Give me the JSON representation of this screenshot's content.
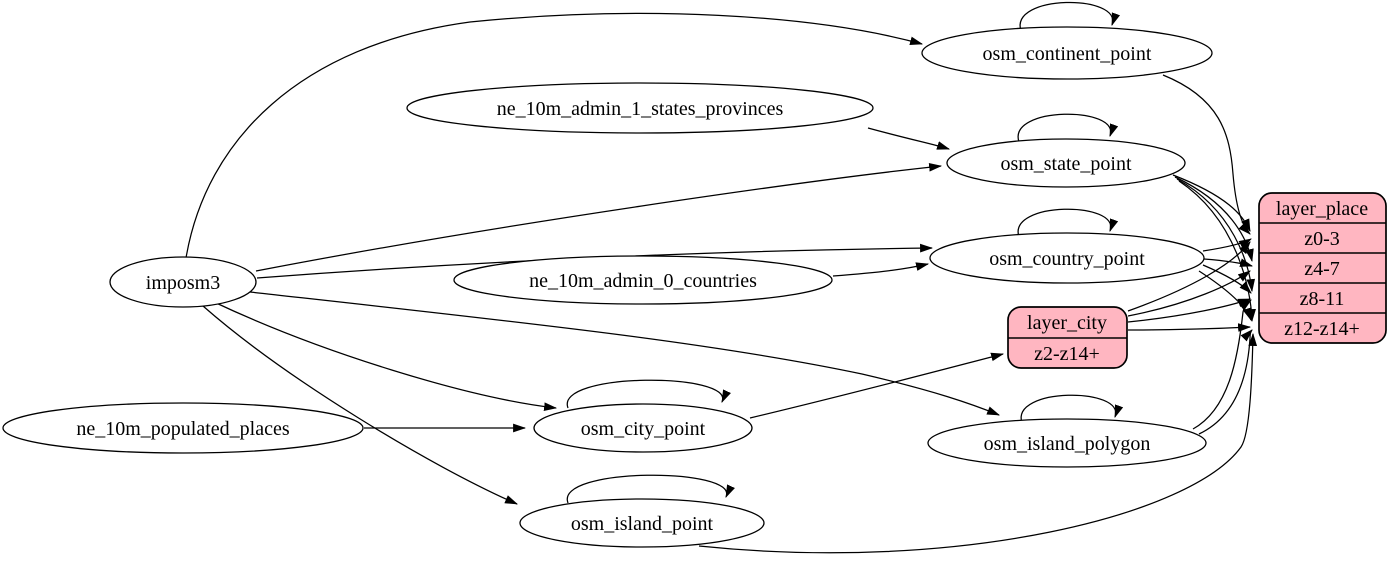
{
  "diagram": {
    "kind": "etl-graph",
    "background_color": "#ffffff",
    "edge_color": "#000000",
    "record_fill_color": "#ffb6c1",
    "nodes": {
      "imposm3": {
        "label": "imposm3",
        "shape": "ellipse"
      },
      "ne_10m_admin_1_states_provinces": {
        "label": "ne_10m_admin_1_states_provinces",
        "shape": "ellipse"
      },
      "ne_10m_admin_0_countries": {
        "label": "ne_10m_admin_0_countries",
        "shape": "ellipse"
      },
      "ne_10m_populated_places": {
        "label": "ne_10m_populated_places",
        "shape": "ellipse"
      },
      "osm_continent_point": {
        "label": "osm_continent_point",
        "shape": "ellipse"
      },
      "osm_state_point": {
        "label": "osm_state_point",
        "shape": "ellipse"
      },
      "osm_country_point": {
        "label": "osm_country_point",
        "shape": "ellipse"
      },
      "osm_city_point": {
        "label": "osm_city_point",
        "shape": "ellipse"
      },
      "osm_island_polygon": {
        "label": "osm_island_polygon",
        "shape": "ellipse"
      },
      "osm_island_point": {
        "label": "osm_island_point",
        "shape": "ellipse"
      }
    },
    "records": {
      "layer_place": {
        "title": "layer_place",
        "rows": [
          "z0-3",
          "z4-7",
          "z8-11",
          "z12-z14+"
        ]
      },
      "layer_city": {
        "title": "layer_city",
        "rows": [
          "z2-z14+"
        ]
      }
    },
    "edges": [
      {
        "from": "imposm3",
        "to": "osm_continent_point"
      },
      {
        "from": "imposm3",
        "to": "osm_state_point"
      },
      {
        "from": "imposm3",
        "to": "osm_country_point"
      },
      {
        "from": "imposm3",
        "to": "osm_city_point"
      },
      {
        "from": "imposm3",
        "to": "osm_island_polygon"
      },
      {
        "from": "imposm3",
        "to": "osm_island_point"
      },
      {
        "from": "ne_10m_admin_1_states_provinces",
        "to": "osm_state_point"
      },
      {
        "from": "ne_10m_admin_0_countries",
        "to": "osm_country_point"
      },
      {
        "from": "ne_10m_populated_places",
        "to": "osm_city_point"
      },
      {
        "from": "osm_continent_point",
        "to": "osm_continent_point"
      },
      {
        "from": "osm_state_point",
        "to": "osm_state_point"
      },
      {
        "from": "osm_country_point",
        "to": "osm_country_point"
      },
      {
        "from": "osm_city_point",
        "to": "osm_city_point"
      },
      {
        "from": "osm_island_polygon",
        "to": "osm_island_polygon"
      },
      {
        "from": "osm_island_point",
        "to": "osm_island_point"
      },
      {
        "from": "osm_continent_point",
        "to": "layer_place:z0-3"
      },
      {
        "from": "osm_state_point",
        "to": "layer_place:z0-3"
      },
      {
        "from": "osm_state_point",
        "to": "layer_place:z4-7"
      },
      {
        "from": "osm_state_point",
        "to": "layer_place:z8-11"
      },
      {
        "from": "osm_state_point",
        "to": "layer_place:z12-z14+"
      },
      {
        "from": "osm_country_point",
        "to": "layer_place:z0-3"
      },
      {
        "from": "osm_country_point",
        "to": "layer_place:z4-7"
      },
      {
        "from": "osm_country_point",
        "to": "layer_place:z8-11"
      },
      {
        "from": "osm_country_point",
        "to": "layer_place:z12-z14+"
      },
      {
        "from": "osm_city_point",
        "to": "layer_city:z2-z14+"
      },
      {
        "from": "layer_city",
        "to": "layer_place:z0-3"
      },
      {
        "from": "layer_city",
        "to": "layer_place:z4-7"
      },
      {
        "from": "layer_city",
        "to": "layer_place:z8-11"
      },
      {
        "from": "layer_city",
        "to": "layer_place:z12-z14+"
      },
      {
        "from": "osm_island_polygon",
        "to": "layer_place:z8-11"
      },
      {
        "from": "osm_island_polygon",
        "to": "layer_place:z12-z14+"
      },
      {
        "from": "osm_island_point",
        "to": "layer_place:z12-z14+"
      }
    ]
  }
}
